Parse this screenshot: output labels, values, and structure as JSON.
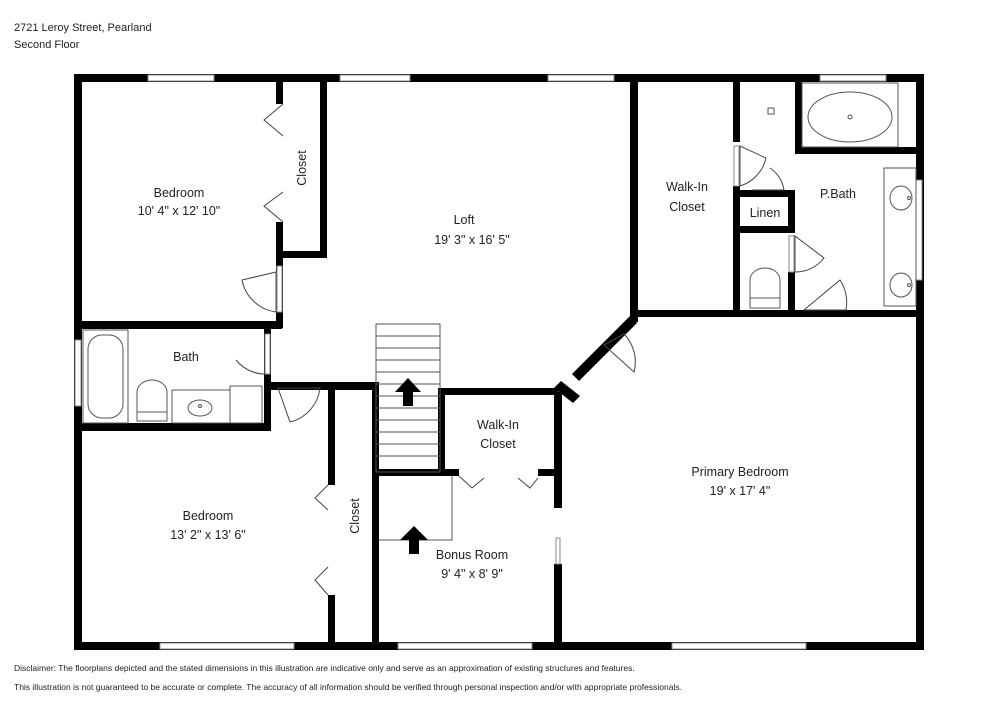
{
  "header": {
    "address": "2721 Leroy Street, Pearland",
    "floor": "Second Floor"
  },
  "rooms": {
    "bedroom1": {
      "name": "Bedroom",
      "dims": "10' 4\" x 12' 10\""
    },
    "closet1": {
      "name": "Closet"
    },
    "loft": {
      "name": "Loft",
      "dims": "19' 3\" x 16' 5\""
    },
    "walkin1": {
      "name_line1": "Walk-In",
      "name_line2": "Closet"
    },
    "linen": {
      "name": "Linen"
    },
    "pbath": {
      "name": "P.Bath"
    },
    "bath": {
      "name": "Bath"
    },
    "bedroom2": {
      "name": "Bedroom",
      "dims": "13' 2\" x 13' 6\""
    },
    "closet2": {
      "name": "Closet"
    },
    "walkin2": {
      "name_line1": "Walk-In",
      "name_line2": "Closet"
    },
    "bonus": {
      "name": "Bonus Room",
      "dims": "9' 4\" x 8' 9\""
    },
    "primary": {
      "name": "Primary Bedroom",
      "dims": "19' x 17' 4\""
    }
  },
  "disclaimer": {
    "line1": "Disclaimer: The floorplans depicted and the stated dimensions in this illustration are indicative only and serve as an approximation of existing structures and features.",
    "line2": "This illustration is not guaranteed to be accurate or complete. The accuracy of all information should be verified through personal inspection and/or with appropriate professionals."
  },
  "colors": {
    "wall": "#000000",
    "background": "#ffffff",
    "text": "#222222"
  },
  "icons": [
    "stair-arrow-icon",
    "door-swing-icon",
    "bathtub-icon",
    "toilet-icon",
    "sink-icon"
  ]
}
